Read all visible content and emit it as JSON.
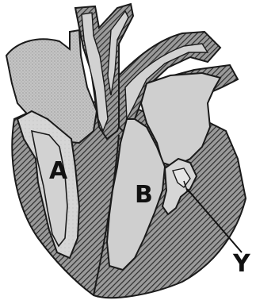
{
  "labels": {
    "chamber_a": "A",
    "chamber_b": "B",
    "pointer_y": "Y"
  },
  "colors": {
    "muscle_hatch": "#3a3a3a",
    "muscle_base": "#9a9a9a",
    "blood_fill": "#d2d2d2",
    "dark_blood_fill": "#c2c2c2",
    "outline": "#1a1a1a",
    "background": "#ffffff"
  }
}
